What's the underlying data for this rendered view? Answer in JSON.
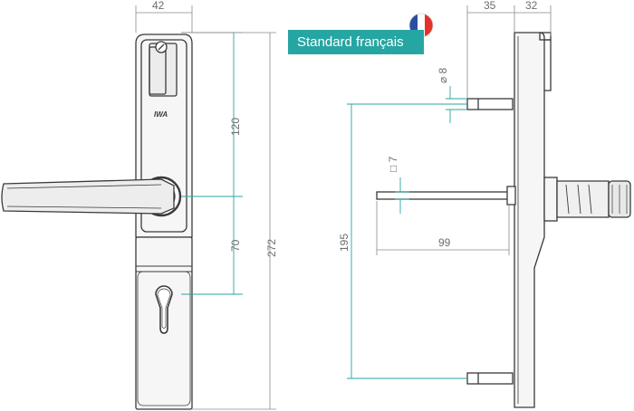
{
  "badge": {
    "label": "Standard français",
    "flag_icon": "french-flag-icon",
    "color": "#26a6a3"
  },
  "front_view": {
    "logo_text": "IWA",
    "dims": {
      "width": "42",
      "handle_to_cylinder": "70",
      "top_to_handle": "120",
      "overall_height": "272"
    }
  },
  "side_view": {
    "dims": {
      "depth_top_left": "35",
      "depth_top_right": "32",
      "pin_diameter": "⌀ 8",
      "spindle_square": "□ 7",
      "spindle_length": "99",
      "pin_spacing": "195"
    }
  },
  "colors": {
    "accent": "#26a6a3",
    "line": "#3a3a3a",
    "dimension": "#8a8a8a"
  }
}
